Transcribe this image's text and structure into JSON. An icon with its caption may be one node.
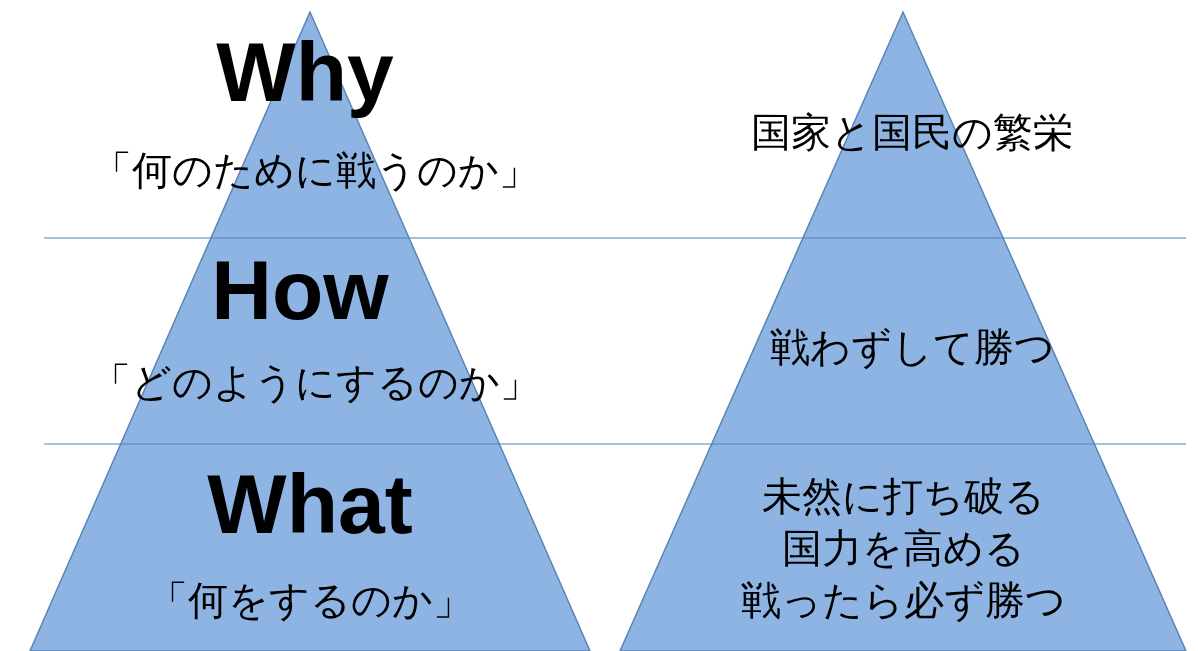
{
  "diagram": {
    "labels": [
      "Why",
      "「何のために戦うのか」",
      "国家と国民の繁栄",
      "How",
      "「どのようにするのか」",
      "戦わずして勝つ",
      "What",
      "「何をするのか」",
      "未然に打ち破る",
      "国力を高める",
      "戦ったら必ず勝つ"
    ]
  }
}
